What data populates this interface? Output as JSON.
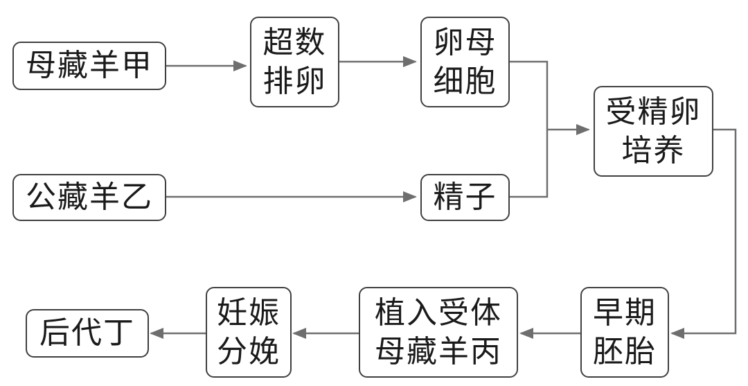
{
  "nodes": {
    "ewe_a": "母藏羊甲",
    "superovulation": [
      "超数",
      "排卵"
    ],
    "oocyte": [
      "卵母",
      "细胞"
    ],
    "ram_b": "公藏羊乙",
    "sperm": "精子",
    "fertilization": [
      "受精卵",
      "培养"
    ],
    "early_embryo": [
      "早期",
      "胚胎"
    ],
    "transfer": [
      "植入受体",
      "母藏羊丙"
    ],
    "pregnancy": [
      "妊娠",
      "分娩"
    ],
    "offspring": "后代丁"
  },
  "colors": {
    "stroke": "#3f3f3f",
    "arrow": "#6e6e6e",
    "text": "#1a1a1a"
  }
}
